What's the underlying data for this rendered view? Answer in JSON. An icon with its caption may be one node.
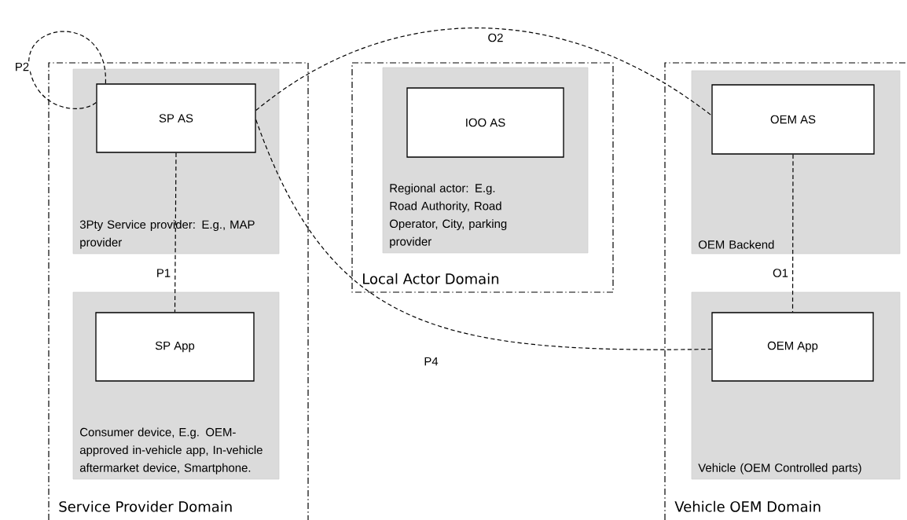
{
  "diagram": {
    "nodes": [
      {
        "text": [
          "Service Provider Domain"
        ]
      },
      {
        "text": [
          "3Pty Service provider: E.g., MAP provider"
        ],
        "in": 0
      },
      {
        "text": [
          "SP AS"
        ],
        "in": 1
      },
      {
        "text": [
          "Consumer device, E.g. OEM-approved in-vehicle app, In-vehicle aftermarket device, Smartphone."
        ],
        "in": 0
      },
      {
        "text": [
          "SP App"
        ],
        "in": 3
      },
      {
        "text": [
          "Local Actor Domain"
        ]
      },
      {
        "text": [
          "Regional actor: E.g. Road Authority, Road Operator, City, parking provider"
        ],
        "in": 5
      },
      {
        "text": [
          "IOO AS"
        ],
        "in": 6
      },
      {
        "text": [
          "Vehicle OEM Domain"
        ]
      },
      {
        "text": [
          "OEM Backend"
        ],
        "in": 8
      },
      {
        "text": [
          "OEM AS"
        ],
        "in": 9
      },
      {
        "text": [
          "Vehicle (OEM Controlled parts)"
        ],
        "in": 8
      },
      {
        "text": [
          "OEM App"
        ],
        "in": 11
      }
    ],
    "edges": [
      {
        "from": 2,
        "to": 2,
        "arrow": "none",
        "label": "P2",
        "style": "dashed"
      },
      {
        "from": 2,
        "to": 10,
        "arrow": "none",
        "label": "O2",
        "style": "dashed"
      },
      {
        "from": 2,
        "to": 4,
        "arrow": "none",
        "label": "P1",
        "style": "dashed"
      },
      {
        "from": 2,
        "to": 12,
        "arrow": "none",
        "label": "P4",
        "style": "dashed"
      },
      {
        "from": 10,
        "to": 12,
        "arrow": "none",
        "label": "O1",
        "style": "dashed"
      }
    ]
  }
}
